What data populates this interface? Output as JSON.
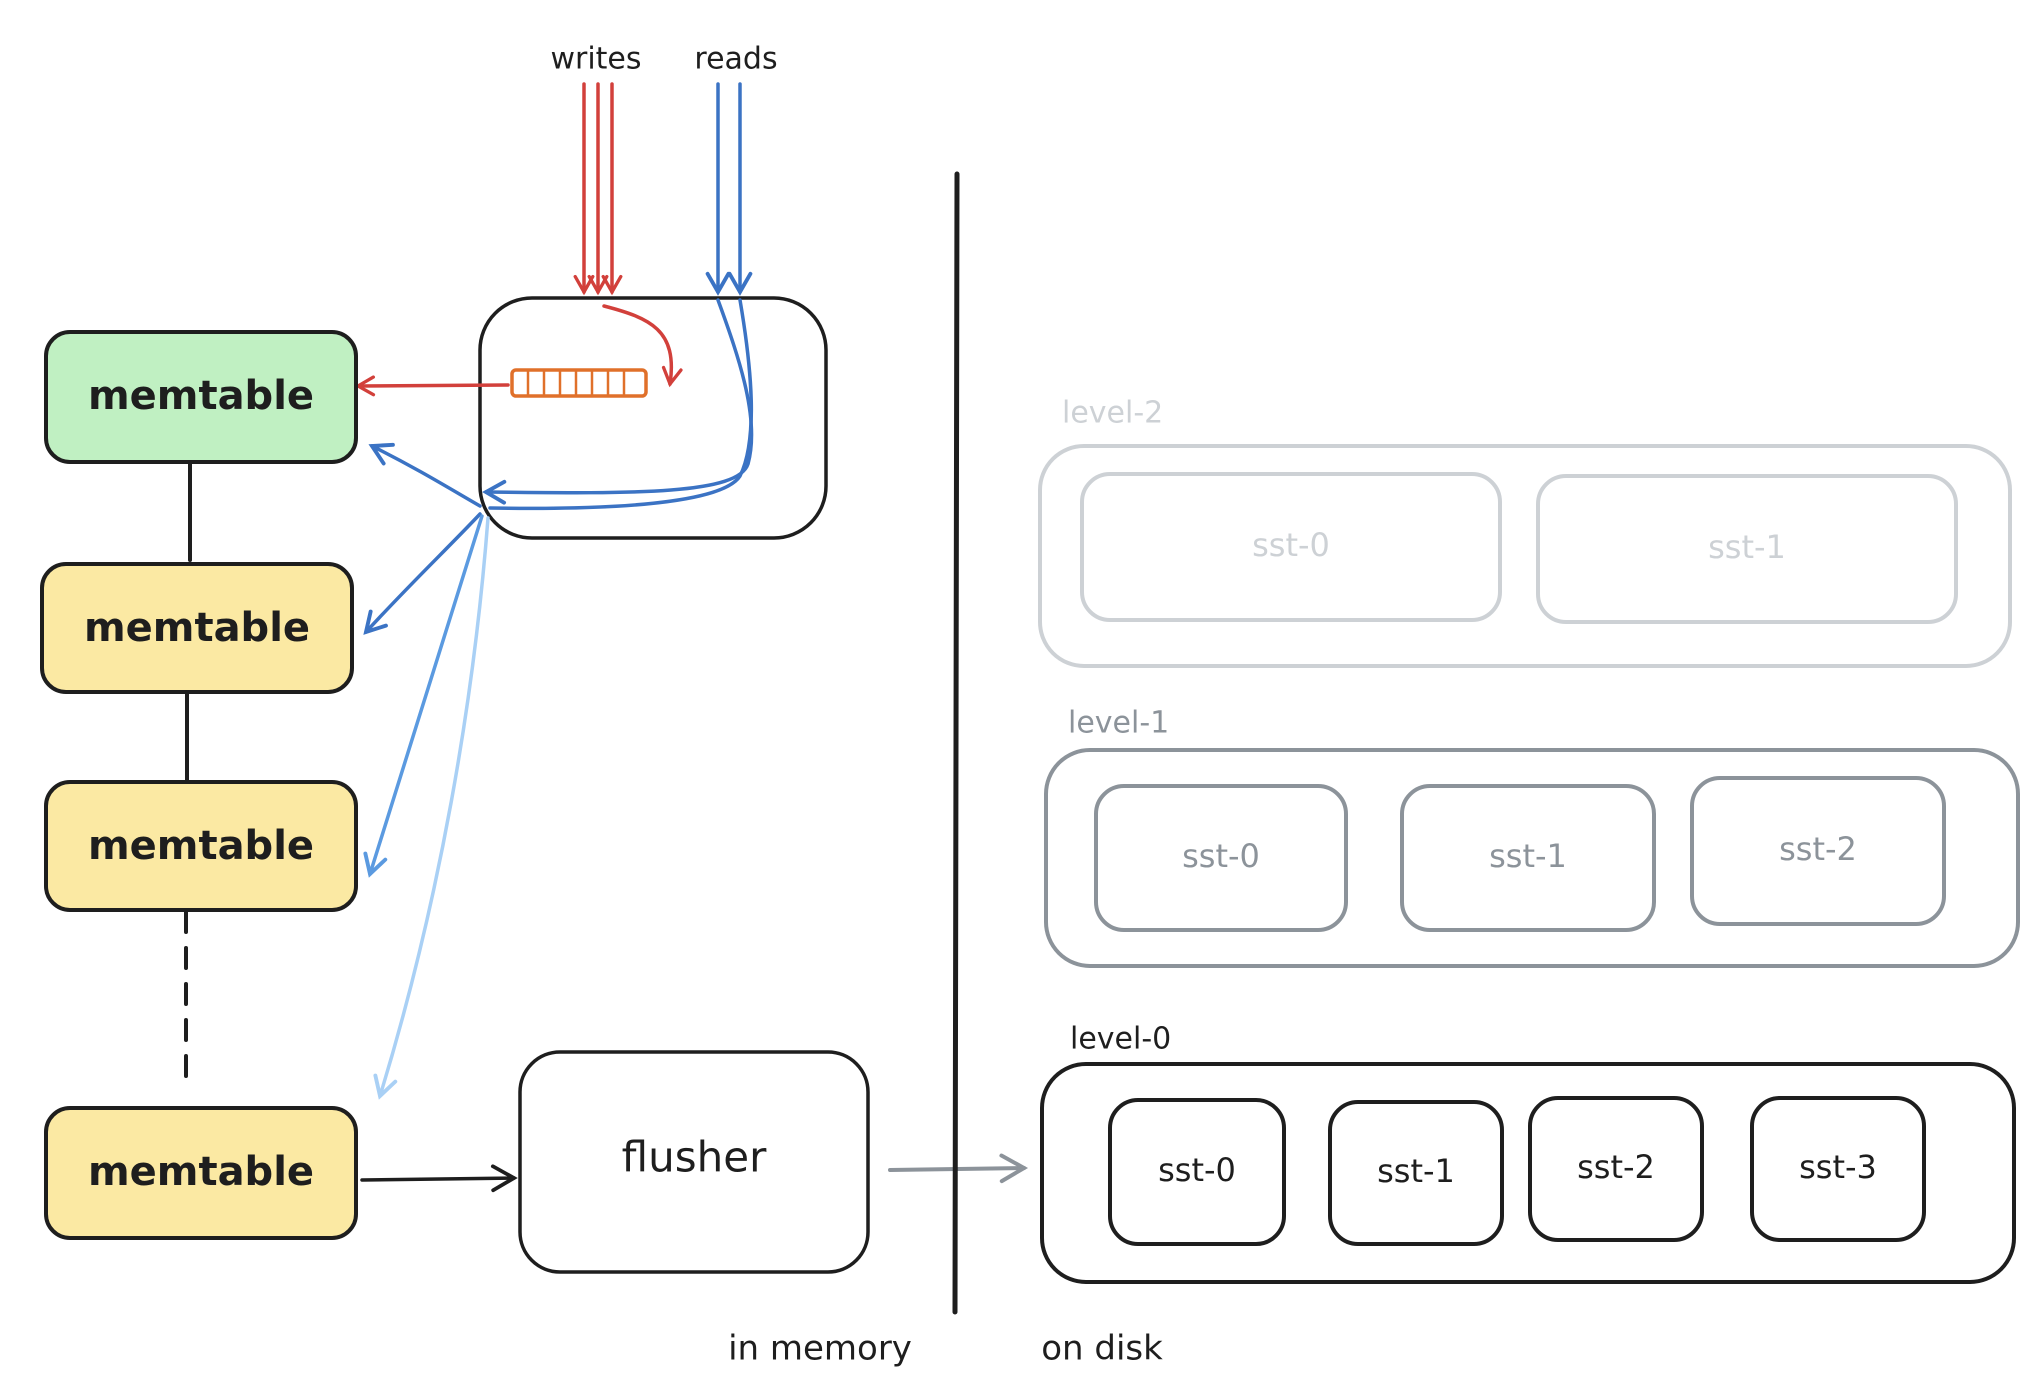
{
  "labels": {
    "writes": "writes",
    "reads": "reads",
    "in_memory": "in memory",
    "on_disk": "on disk",
    "flusher": "flusher"
  },
  "memtables": [
    {
      "label": "memtable",
      "state": "active",
      "fill": "#c0f0c2"
    },
    {
      "label": "memtable",
      "state": "immutable",
      "fill": "#fbe9a3"
    },
    {
      "label": "memtable",
      "state": "immutable",
      "fill": "#fbe9a3"
    },
    {
      "label": "memtable",
      "state": "immutable",
      "fill": "#fbe9a3"
    }
  ],
  "levels": [
    {
      "name": "level-2",
      "color": "#cdd1d5",
      "ssts": [
        "sst-0",
        "sst-1"
      ]
    },
    {
      "name": "level-1",
      "color": "#8c939a",
      "ssts": [
        "sst-0",
        "sst-1",
        "sst-2"
      ]
    },
    {
      "name": "level-0",
      "color": "#1e1e1e",
      "ssts": [
        "sst-0",
        "sst-1",
        "sst-2",
        "sst-3"
      ]
    }
  ],
  "colors": {
    "write_arrow": "#d2403b",
    "read_arrow": "#3b73c4",
    "read_arrow_light": "#5b9ae0",
    "read_arrow_faint": "#a9d0f5",
    "wal_buffer": "#e0702a",
    "ink": "#1e1e1e",
    "disk_arrow": "#8c939a"
  },
  "icons": {
    "wal_buffer": "wal-buffer-icon"
  }
}
